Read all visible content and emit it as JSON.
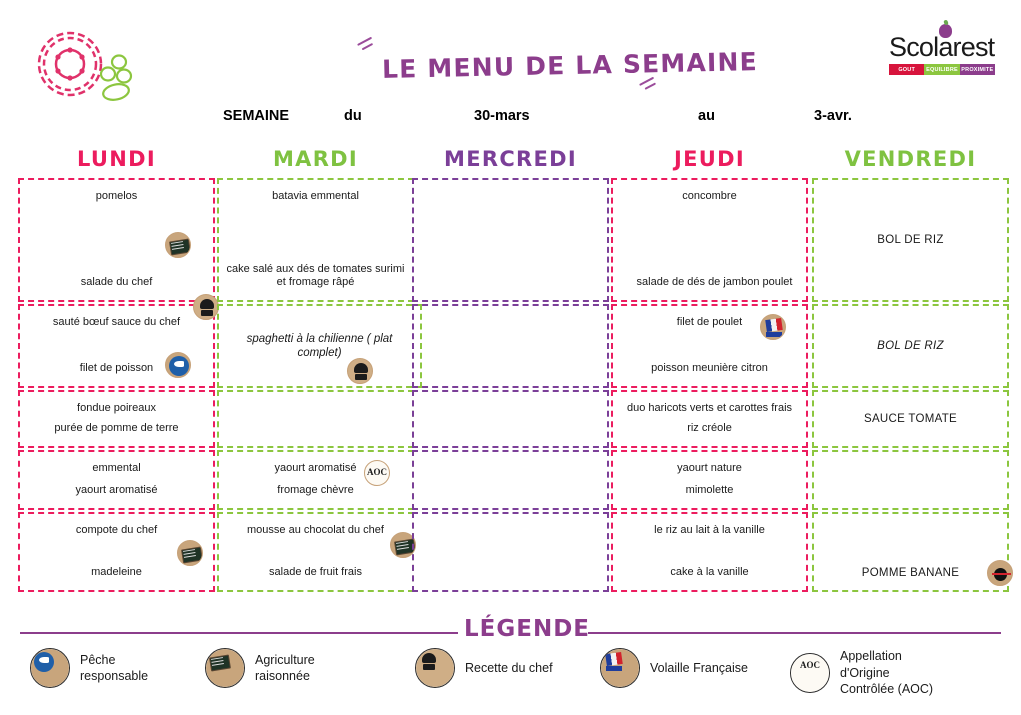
{
  "header": {
    "title": "LE MENU DE LA SEMAINE",
    "brand_name": "Scolarest",
    "brand_tagline": [
      "GOUT",
      "EQUILIBRE",
      "PROXIMITE"
    ],
    "week": {
      "semaine_label": "SEMAINE",
      "du_label": "du",
      "from_date": "30-mars",
      "au_label": "au",
      "to_date": "3-avr."
    }
  },
  "colors": {
    "pink": "#ec1c5e",
    "green": "#8cc63f",
    "purple": "#7b3f98",
    "title_purple": "#8c3d8c",
    "day_green": "#7fc241"
  },
  "days": [
    {
      "name": "LUNDI",
      "color": "pink",
      "rows": [
        {
          "top": "pomelos",
          "bottom": "salade du chef",
          "badge": "agriculture-raisonnee-badge",
          "badge_pos": "mid-right"
        },
        {
          "top": "sauté bœuf sauce du chef",
          "bottom": "filet de poisson",
          "badge": "recette-du-chef-badge",
          "badge2": "peche-responsable-badge"
        },
        {
          "top": "fondue poireaux",
          "bottom": "purée de pomme de terre"
        },
        {
          "top": "emmental",
          "bottom": "yaourt aromatisé"
        },
        {
          "top": "compote du chef",
          "bottom": "madeleine",
          "badge": "agriculture-raisonnee-badge"
        }
      ]
    },
    {
      "name": "MARDI",
      "color": "green",
      "rows": [
        {
          "top": "batavia emmental",
          "bottom": "cake salé aux dés de tomates surimi et fromage râpé"
        },
        {
          "top": "spaghetti à la chilienne ( plat complet)",
          "bottom": "",
          "italic": true,
          "badge": "recette-du-chef-badge"
        },
        {
          "top": "",
          "bottom": ""
        },
        {
          "top": "yaourt aromatisé",
          "bottom": "fromage chèvre",
          "badge": "aoc-badge"
        },
        {
          "top": "mousse au chocolat du chef",
          "bottom": "salade de fruit frais",
          "badge": "agriculture-raisonnee-badge"
        }
      ]
    },
    {
      "name": "MERCREDI",
      "color": "purple",
      "rows": [
        {
          "top": "",
          "bottom": ""
        },
        {
          "top": "",
          "bottom": ""
        },
        {
          "top": "",
          "bottom": ""
        },
        {
          "top": "",
          "bottom": ""
        },
        {
          "top": "",
          "bottom": ""
        }
      ]
    },
    {
      "name": "JEUDI",
      "color": "pink",
      "rows": [
        {
          "top": "concombre",
          "bottom": "salade de dés de jambon poulet",
          "overflow": true
        },
        {
          "top": "filet de poulet",
          "bottom": "poisson meunière citron",
          "badge": "volaille-francaise-badge"
        },
        {
          "top": "duo haricots verts et carottes frais",
          "bottom": "riz créole"
        },
        {
          "top": "yaourt nature",
          "bottom": "mimolette"
        },
        {
          "top": "le riz au lait à la vanille",
          "bottom": "cake à la vanille"
        }
      ]
    },
    {
      "name": "VENDREDI",
      "color": "green",
      "rows": [
        {
          "top": "BOL DE RIZ",
          "bottom": "",
          "caps": true
        },
        {
          "top": "BOL DE RIZ",
          "bottom": "",
          "caps": true,
          "italic": true
        },
        {
          "top": "SAUCE TOMATE",
          "bottom": "",
          "caps": true
        },
        {
          "top": "",
          "bottom": ""
        },
        {
          "top": "",
          "bottom": "POMME BANANE",
          "caps": true,
          "badge": "banane-badge"
        }
      ]
    }
  ],
  "legend": {
    "title": "LÉGENDE",
    "items": [
      {
        "icon": "peche-responsable-badge",
        "label": "Pêche\nresponsable"
      },
      {
        "icon": "agriculture-raisonnee-badge",
        "label": "Agriculture\nraisonnée"
      },
      {
        "icon": "recette-du-chef-badge",
        "label": "Recette du chef"
      },
      {
        "icon": "volaille-francaise-badge",
        "label": "Volaille Française"
      },
      {
        "icon": "aoc-badge",
        "label": "Appellation\nd'Origine\nContrôlée (AOC)"
      }
    ]
  }
}
